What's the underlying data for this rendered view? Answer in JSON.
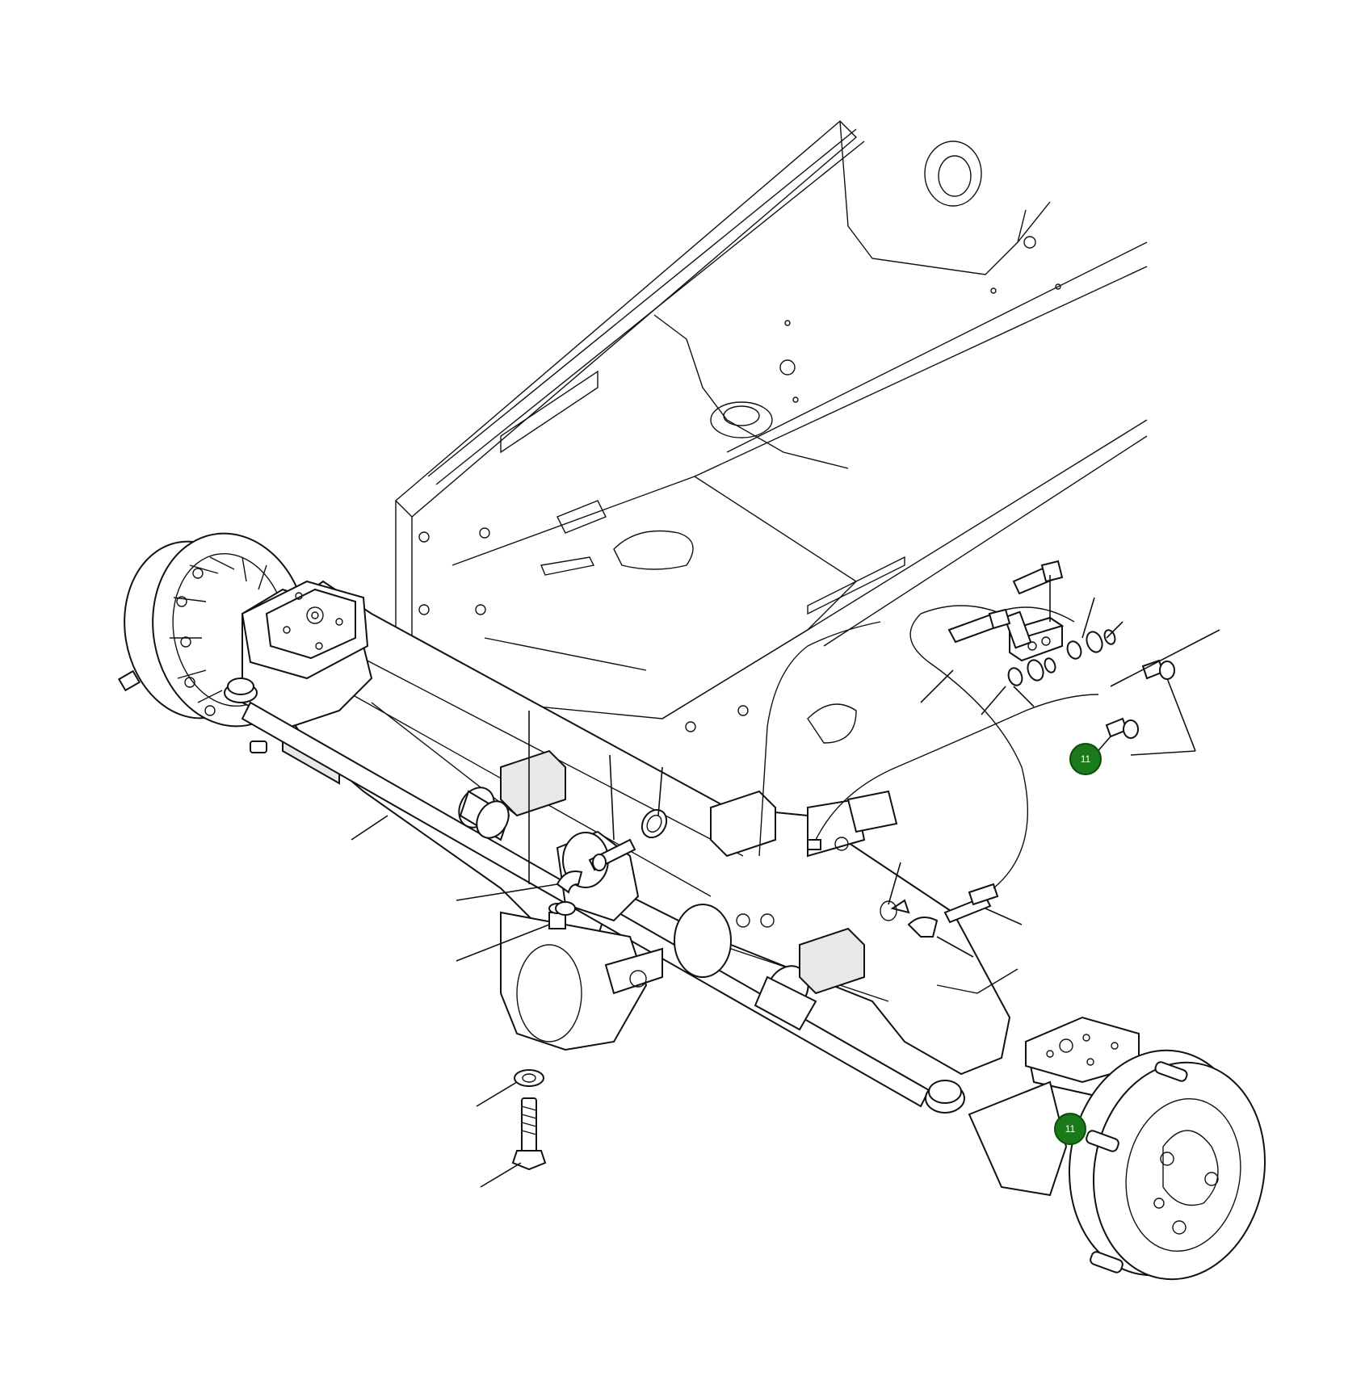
{
  "callouts": [
    {
      "id": "callout-upper",
      "label": "11"
    },
    {
      "id": "callout-lower",
      "label": "11"
    }
  ],
  "colors": {
    "callout_fill": "#1a7a1a",
    "line": "#111111",
    "background": "#ffffff"
  }
}
